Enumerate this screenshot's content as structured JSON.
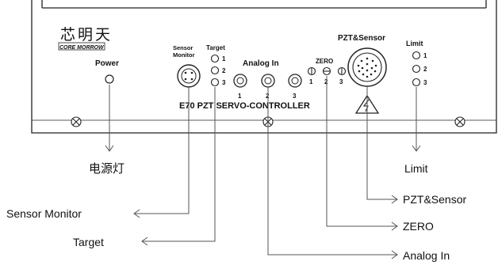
{
  "panel": {
    "logo_cn": "芯明天",
    "logo_en": "CORE MORROW",
    "model": "E70 PZT SERVO-CONTROLLER",
    "power_label": "Power",
    "sensor_monitor_line1": "Sensor",
    "sensor_monitor_line2": "Monitor",
    "target_label": "Target",
    "target_nums": [
      "1",
      "2",
      "3"
    ],
    "analog_in_label": "Analog In",
    "analog_nums": [
      "1",
      "2",
      "3"
    ],
    "zero_label": "ZERO",
    "zero_nums": [
      "1",
      "2",
      "3"
    ],
    "pzt_sensor_label": "PZT&Sensor",
    "limit_label": "Limit",
    "limit_nums": [
      "1",
      "2",
      "3"
    ]
  },
  "callouts": {
    "power": "电源灯",
    "limit": "Limit",
    "pzt_sensor": "PZT&Sensor",
    "sensor_monitor": "Sensor Monitor",
    "zero": "ZERO",
    "target": "Target",
    "analog_in": "Analog In"
  },
  "colors": {
    "line": "#555555",
    "text": "#111111",
    "panel_bg": "#ffffff"
  }
}
